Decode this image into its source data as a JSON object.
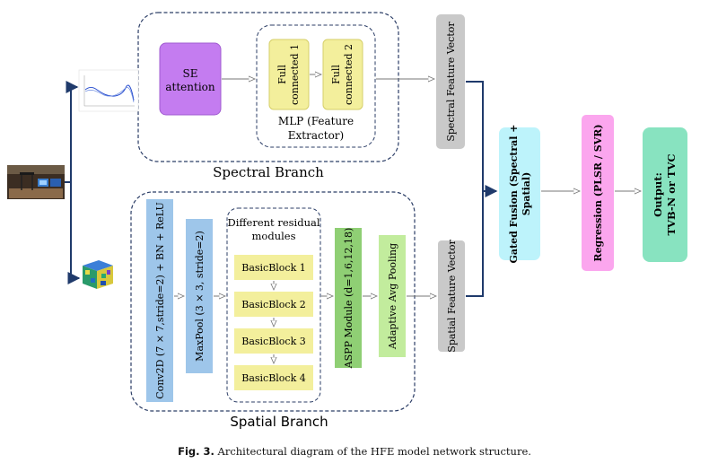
{
  "diagram": {
    "spectral_branch": {
      "title": "Spectral Branch",
      "se_attention_line1": "SE",
      "se_attention_line2": "attention",
      "mlp_fc1_line1": "Full",
      "mlp_fc1_line2": "connected 1",
      "mlp_fc2_line1": "Full",
      "mlp_fc2_line2": "connected 2",
      "mlp_caption_line1": "MLP (Feature",
      "mlp_caption_line2": "Extractor)",
      "feature_vector": "Spectral Feature Vector"
    },
    "spatial_branch": {
      "title": "Spatial Branch",
      "conv": "Conv2D (7 × 7,stride=2) + BN + ReLU",
      "maxpool": "MaxPool (3 × 3, stride=2)",
      "residual_title_line1": "Different residual",
      "residual_title_line2": "modules",
      "blocks": [
        "BasicBlock 1",
        "BasicBlock 2",
        "BasicBlock 3",
        "BasicBlock 4"
      ],
      "aspp": "ASPP Module (d=1,6,12,18)",
      "pooling": "Adaptive Avg Pooling",
      "feature_vector": "Spatial Feature Vector"
    },
    "fusion_line1": "Gated Fusion (Spectral +",
    "fusion_line2": "Spatial)",
    "regression": "Regression (PLSR / SVR)",
    "output_line1": "Output:",
    "output_line2": "TVB-N or TVC"
  },
  "caption": {
    "label": "Fig. 3.",
    "text": "Architectural diagram of the HFE model network structure."
  },
  "colors": {
    "se_attention": "#c47cf0",
    "mlp_block": "#f3ef9c",
    "feature_vector": "#c9c9c9",
    "conv_maxpool": "#9ec6ea",
    "aspp": "#8fcf74",
    "pooling": "#c2ec9d",
    "fusion": "#bdf3fb",
    "regression": "#fba6ee",
    "output": "#88e3c0",
    "connector": "#1f3a6b"
  },
  "icons": [
    "spectral-curve-thumbnail-icon",
    "camera-setup-photo-icon",
    "hyperspectral-cube-icon"
  ]
}
